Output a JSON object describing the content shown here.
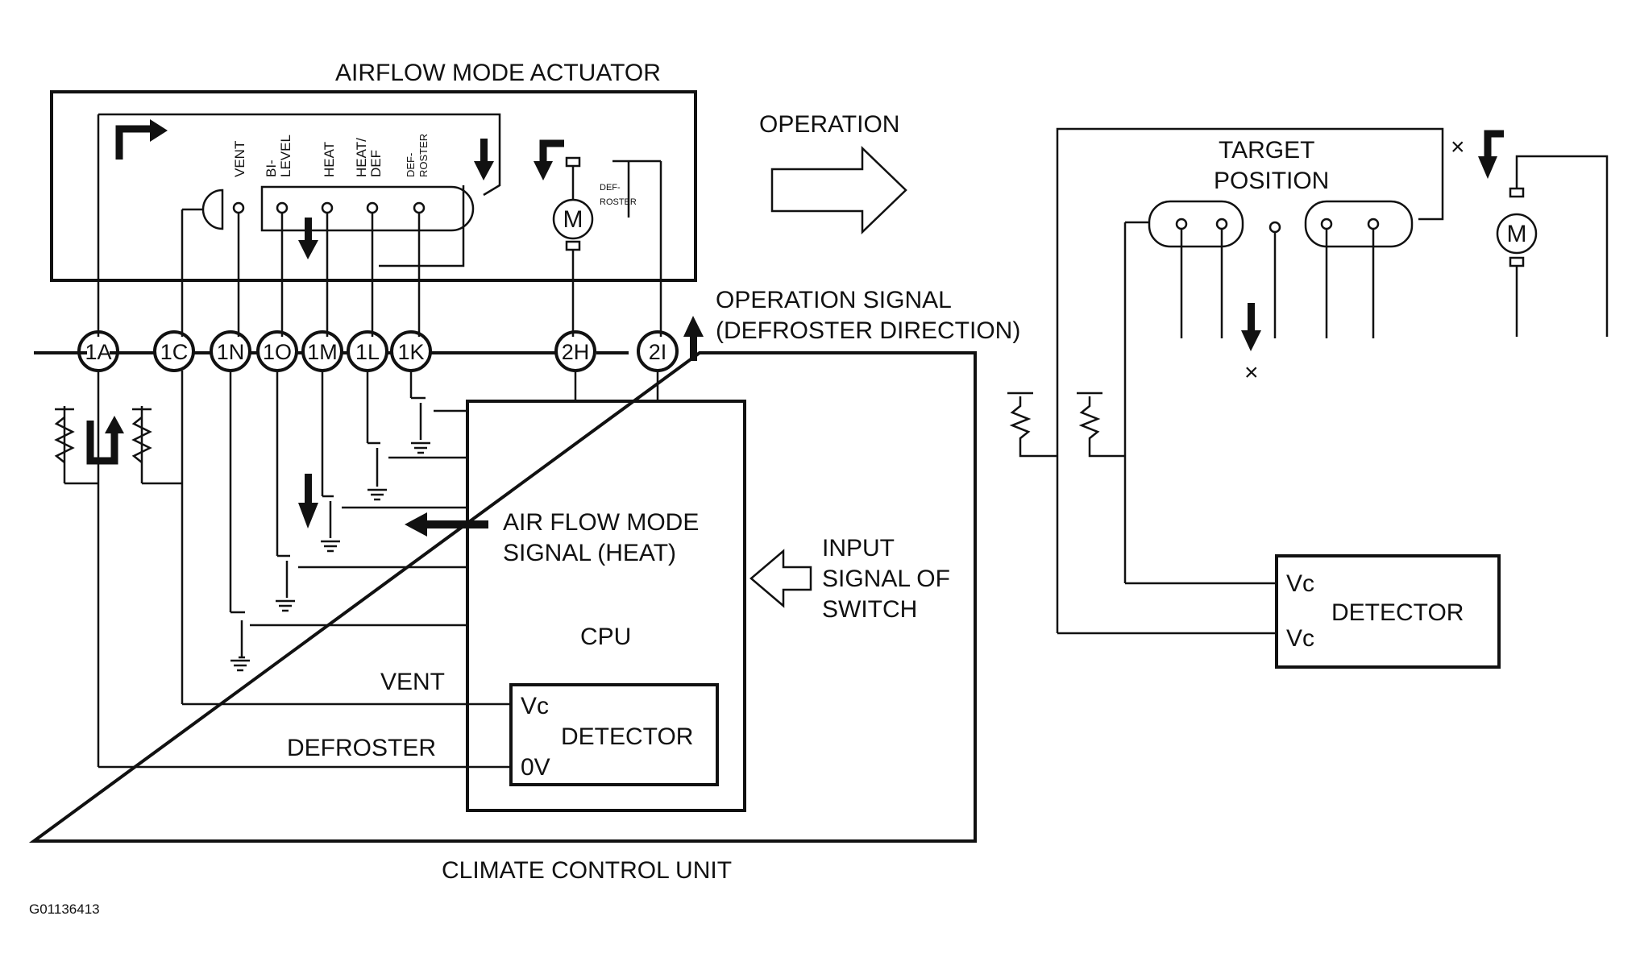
{
  "diagram": {
    "actuator_title": "AIRFLOW MODE ACTUATOR",
    "mode_labels": {
      "vent": "VENT",
      "bilevel_1": "BI-",
      "bilevel_2": "LEVEL",
      "heat": "HEAT",
      "heatdef_1": "HEAT/",
      "heatdef_2": "DEF",
      "defroster_1": "DEF-",
      "defroster_2": "ROSTER"
    },
    "motor_label": "M",
    "motor_caption_1": "DEF-",
    "motor_caption_2": "ROSTER",
    "operation_label": "OPERATION",
    "operation_signal_1": "OPERATION SIGNAL",
    "operation_signal_2": "(DEFROSTER DIRECTION)",
    "pins": [
      "1A",
      "1C",
      "1N",
      "1O",
      "1M",
      "1L",
      "1K",
      "2H",
      "2I"
    ],
    "airflow_signal_1": "AIR FLOW  MODE",
    "airflow_signal_2": "SIGNAL (HEAT)",
    "input_signal_1": "INPUT",
    "input_signal_2": "SIGNAL OF",
    "input_signal_3": "SWITCH",
    "cpu_label": "CPU",
    "vent_label": "VENT",
    "defroster_label": "DEFROSTER",
    "detector_label": "DETECTOR",
    "vc_label": "Vc",
    "ov_label": "0V",
    "ccu_title": "CLIMATE CONTROL UNIT",
    "figure_code": "G01136413",
    "target_1": "TARGET",
    "target_2": "POSITION",
    "right_detector_label": "DETECTOR",
    "right_vc_1": "Vc",
    "right_vc_2": "Vc",
    "x_mark": "×"
  }
}
